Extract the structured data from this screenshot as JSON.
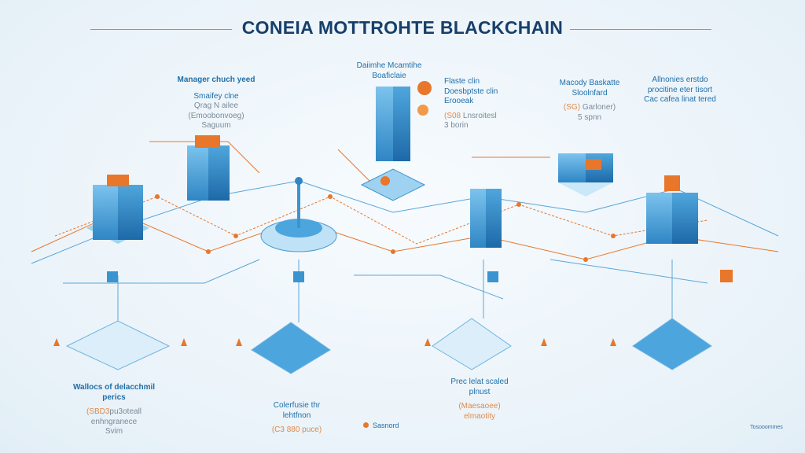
{
  "title": "CONEIA MOTTROHTE BLACKCHAIN",
  "labels": {
    "top_left": {
      "heading": "Manager chuch yeed",
      "sub": "Smaifey clne",
      "lines": [
        "Qrag N ailee",
        "(Emoobonvoeg)",
        "Saguum"
      ]
    },
    "top_center": {
      "heading": "Daiimhe Mcamtihe Boaficlaie"
    },
    "top_center_right": {
      "heading": "Flaste clin Doesbptste clin Erooeak",
      "tag": "(S08",
      "lines": [
        "Lnsroitesl",
        "3 borin"
      ]
    },
    "top_right": {
      "heading": "Macody Baskatte Sloolnfard",
      "tag": "(SG)",
      "lines": [
        "Garloner)",
        "5 spnn"
      ]
    },
    "far_right": {
      "heading": "Allnonies erstdo procitine eter tisort Cac cafea linat tered"
    },
    "bottom_left": {
      "heading": "Wallocs of delacchmil perics",
      "tag": "(SBD3",
      "lines": [
        "pu3oteall",
        "enhngranece",
        "Svim"
      ]
    },
    "bottom_center": {
      "heading": "Colerfusie thr lehtfnon",
      "tag": "(C3 880",
      "lines": [
        "puce)"
      ]
    },
    "legend": {
      "label": "Sasnord"
    },
    "bottom_right": {
      "heading": "Prec lelat scaled plnust",
      "tag": "(Maesaoee)",
      "lines": [
        "elmaotity"
      ]
    },
    "corner": {
      "text": "Tosooommes"
    }
  },
  "colors": {
    "accent": "#e8762b",
    "blue": "#3a94d0",
    "dark": "#173f6a"
  }
}
